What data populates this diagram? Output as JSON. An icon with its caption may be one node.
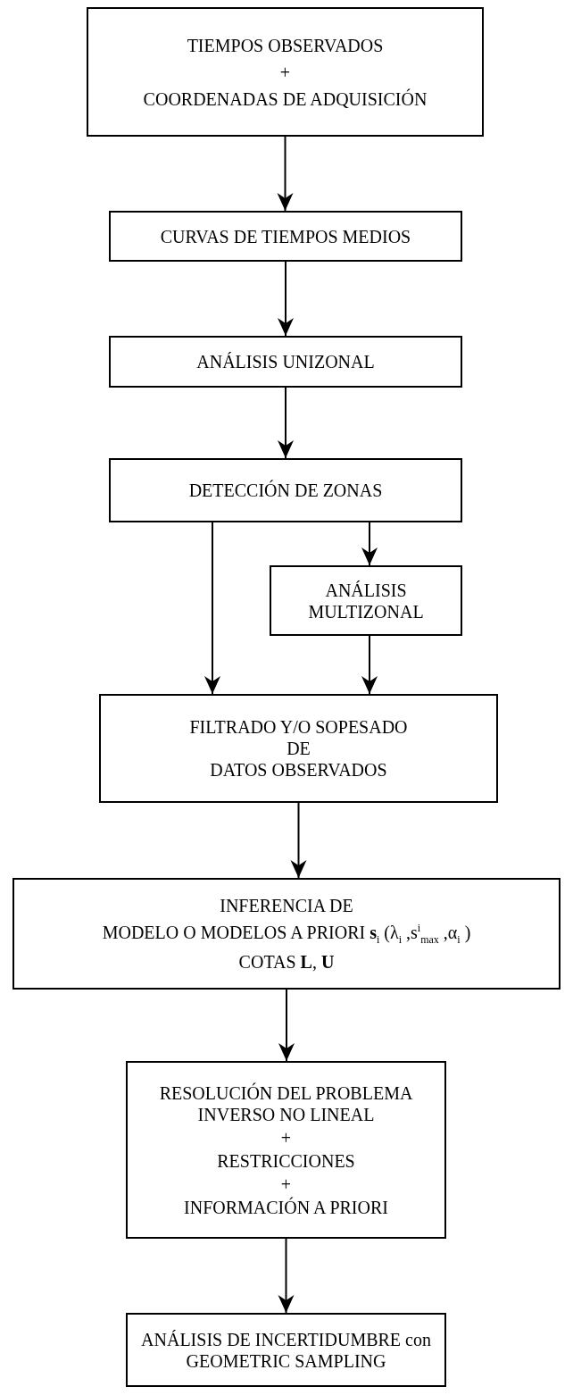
{
  "diagram": {
    "nodes": [
      {
        "text": [
          "TIEMPOS OBSERVADOS",
          "+",
          "COORDENADAS DE ADQUISICIÓN"
        ]
      },
      {
        "text": [
          "CURVAS DE TIEMPOS MEDIOS"
        ]
      },
      {
        "text": [
          "ANÁLISIS UNIZONAL"
        ]
      },
      {
        "text": [
          "DETECCIÓN DE ZONAS"
        ]
      },
      {
        "text": [
          "ANÁLISIS MULTIZONAL"
        ]
      },
      {
        "text": [
          "FILTRADO Y/O SOPESADO",
          "DE",
          "DATOS OBSERVADOS"
        ]
      },
      {
        "text": [
          "INFERENCIA DE",
          "MODELO O MODELOS A PRIORI **s**$_{i}$ (λ$_{i}$ ,s$^{i}$$_{max}$ ,α$_{i}$ )",
          "COTAS **L**, **U**"
        ]
      },
      {
        "text": [
          "RESOLUCIÓN DEL PROBLEMA INVERSO NO LINEAL",
          "+",
          "RESTRICCIONES",
          "+",
          "INFORMACIÓN A PRIORI"
        ]
      },
      {
        "text": [
          "ANÁLISIS DE INCERTIDUMBRE con GEOMETRIC SAMPLING"
        ]
      }
    ],
    "edges": [
      {
        "from": 0,
        "to": 1,
        "arrow": "to"
      },
      {
        "from": 1,
        "to": 2,
        "arrow": "to"
      },
      {
        "from": 2,
        "to": 3,
        "arrow": "to"
      },
      {
        "from": 3,
        "to": 5,
        "arrow": "to"
      },
      {
        "from": 3,
        "to": 4,
        "arrow": "to"
      },
      {
        "from": 4,
        "to": 5,
        "arrow": "to"
      },
      {
        "from": 5,
        "to": 6,
        "arrow": "to"
      },
      {
        "from": 6,
        "to": 7,
        "arrow": "to"
      },
      {
        "from": 7,
        "to": 8,
        "arrow": "to"
      }
    ]
  }
}
